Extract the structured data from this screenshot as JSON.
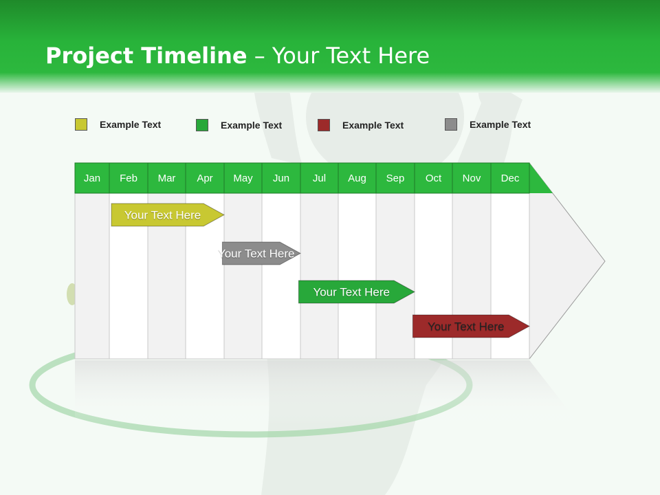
{
  "header": {
    "title_bold": "Project Timeline",
    "title_rest": " – Your Text Here"
  },
  "legend": [
    {
      "label": "Example Text",
      "color": "#c8c832"
    },
    {
      "label": "Example Text",
      "color": "#28a83a"
    },
    {
      "label": "Example Text",
      "color": "#9c2a2a"
    },
    {
      "label": "Example Text",
      "color": "#8c8c8c"
    }
  ],
  "timeline": {
    "months": [
      "Jan",
      "Feb",
      "Mar",
      "Apr",
      "May",
      "Jun",
      "Jul",
      "Aug",
      "Sep",
      "Oct",
      "Nov",
      "Dec"
    ],
    "header_color": "#2db83e",
    "bars": [
      {
        "label": "Your  Text Here",
        "start_month": 1.0,
        "end_month": 4.0,
        "color": "#c8c832",
        "text_color": "#ffffff"
      },
      {
        "label": "Your  Text Here",
        "start_month": 3.9,
        "end_month": 6.0,
        "color": "#8c8c8c",
        "text_color": "#ffffff"
      },
      {
        "label": "Your  Text Here",
        "start_month": 5.9,
        "end_month": 9.0,
        "color": "#28a83a",
        "text_color": "#ffffff"
      },
      {
        "label": "Your  Text Here",
        "start_month": 8.9,
        "end_month": 12.0,
        "color": "#9c2a2a",
        "text_color": "#222222"
      }
    ]
  }
}
